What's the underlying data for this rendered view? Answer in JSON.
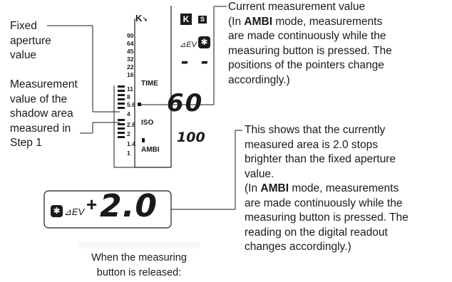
{
  "callouts": {
    "fixed_aperture": [
      "Fixed",
      "aperture",
      "value"
    ],
    "shadow_area": [
      "Measurement",
      "value of the",
      "shadow area",
      "measured in",
      "Step 1"
    ],
    "current_value": {
      "title": "Current measurement value",
      "line1_pre": "(In ",
      "line1_bold": "AMBI",
      "line1_post": " mode, measurements",
      "rest": [
        "are made continuously while the",
        "measuring button is pressed. The",
        "positions of the pointers change",
        "accordingly.)"
      ]
    },
    "stops_note": {
      "lines": [
        "This shows that the currently",
        "measured area is 2.0 stops",
        "brighter than the fixed aperture",
        "value."
      ],
      "para2_pre": "(In ",
      "para2_bold": "AMBI",
      "para2_post": " mode, measurements",
      "para2_rest": [
        "are made continuously while the",
        "measuring button is pressed. The",
        "reading on the digital readout",
        "changes accordingly.)"
      ]
    }
  },
  "lcd": {
    "scale": [
      "90",
      "64",
      "45",
      "32",
      "22",
      "16",
      "11",
      "8",
      "5.6",
      "4",
      "2.8",
      "2",
      "1.4",
      "1"
    ],
    "ev_label": "⊿EV",
    "dashes": "- -",
    "time_label": "TIME",
    "time_value": "60",
    "iso_label": "ISO",
    "iso_value": "100",
    "mode_label": "AMBI",
    "k_glyph": "K",
    "s_glyph": "S"
  },
  "readout": {
    "ev_label": "⊿EV",
    "sign": "+",
    "value": "2.0"
  },
  "caption": [
    "When the measuring",
    "button is released:"
  ],
  "colors": {
    "ink": "#1a1a1a",
    "background": "#ffffff"
  }
}
